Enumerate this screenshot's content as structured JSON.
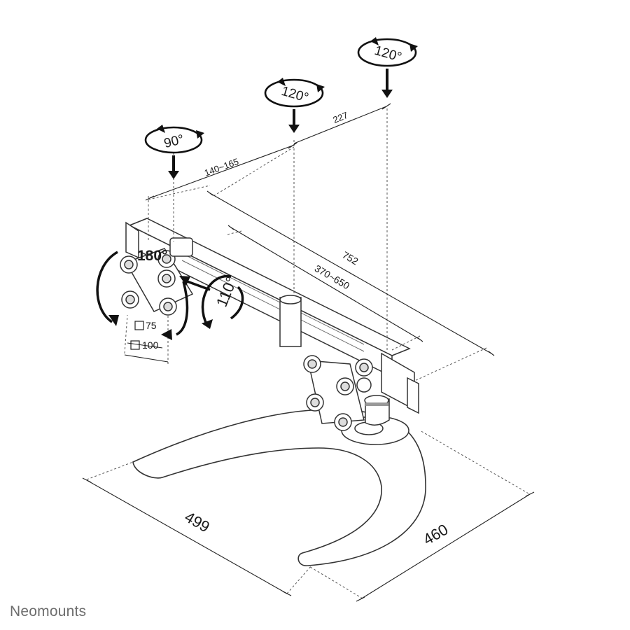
{
  "brand": "Neomounts",
  "rotations": {
    "left": "90°",
    "middle": "120°",
    "right": "120°"
  },
  "tilt": "180°",
  "swivel": "110°",
  "vesa": {
    "small": "75",
    "large": "100"
  },
  "dimensions": {
    "clamp_spacing": "140~165",
    "pivot_spacing": "227",
    "total_width": "752",
    "adjust_range": "370~650",
    "base_depth": "499",
    "base_width": "460"
  }
}
